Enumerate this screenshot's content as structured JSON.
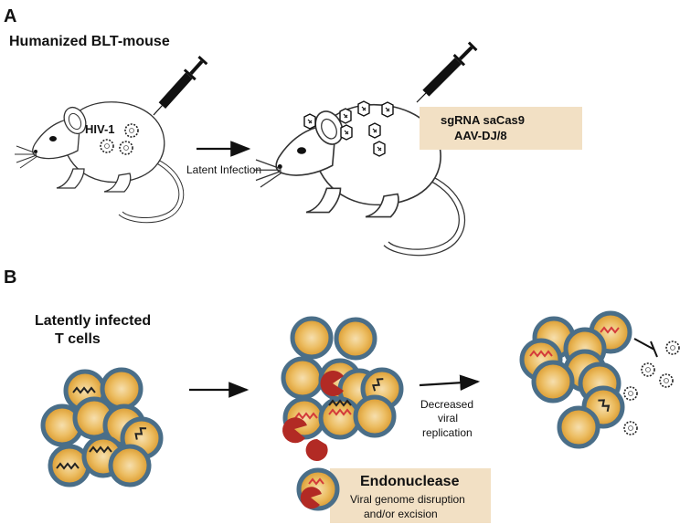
{
  "panel_a": {
    "letter": "A",
    "title": "Humanized BLT-mouse",
    "hiv_label": "HIV-1",
    "arrow_label": "Latent Infection",
    "box_line1": "sgRNA saCas9",
    "box_line2": "AAV-DJ/8"
  },
  "panel_b": {
    "letter": "B",
    "title_line1": "Latently infected",
    "title_line2": "T cells",
    "result_line1": "Decreased",
    "result_line2": "viral",
    "result_line3": "replication",
    "box_title": "Endonuclease",
    "box_line1": "Viral genome disruption",
    "box_line2": "and/or excision"
  },
  "colors": {
    "cell_fill": "#e5a83b",
    "cell_center": "#f4d8a0",
    "cell_border": "#4a6e88",
    "endonuclease": "#b22a24",
    "box_fill": "#f2e0c4",
    "dna": "#222222",
    "dna_cut": "#d43a3a"
  }
}
